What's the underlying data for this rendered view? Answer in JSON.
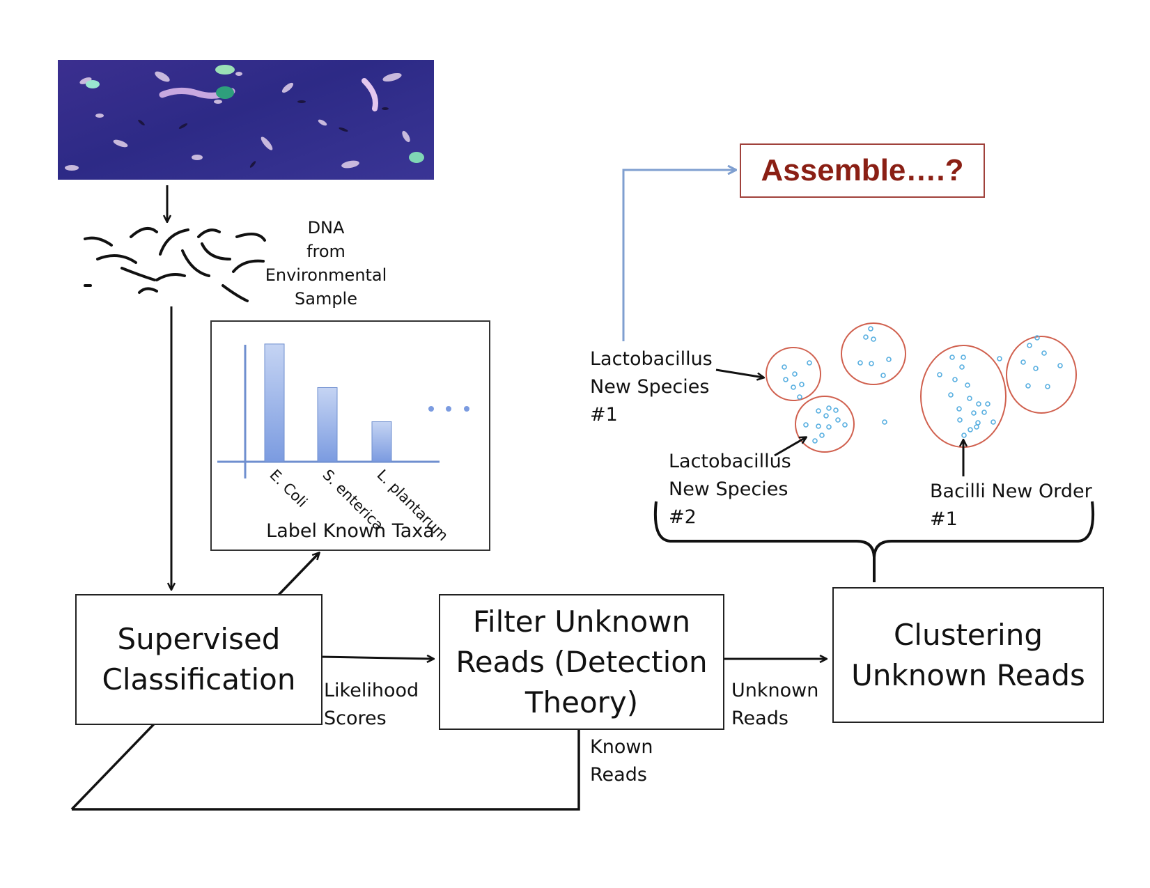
{
  "dna_label": "DNA\nfrom\nEnvironmental\nSample",
  "chart": {
    "caption": "Label Known Taxa"
  },
  "chart_data": {
    "type": "bar",
    "title": "Label Known Taxa",
    "categories": [
      "E. Coli",
      "S. enterica",
      "L. plantarum"
    ],
    "values": [
      100,
      63,
      34
    ],
    "continuation": "• • •",
    "ylim": [
      0,
      110
    ],
    "xlabel": "",
    "ylabel": "",
    "colors": {
      "bar_top": "#c5d4f3",
      "bar_bottom": "#7b9be0",
      "axis": "#6f8fcf"
    }
  },
  "process": {
    "supervised": "Supervised\nClassification",
    "filter": "Filter Unknown\nReads (Detection\nTheory)",
    "clustering": "Clustering\nUnknown Reads"
  },
  "edges": {
    "likelihood": "Likelihood\nScores",
    "unknown": "Unknown\nReads",
    "known": "Known\nReads"
  },
  "assemble": "Assemble….?",
  "clusters": {
    "lacto1": "Lactobacillus\nNew Species\n#1",
    "lacto2": "Lactobacillus\nNew Species\n#2",
    "bacilli": "Bacilli New Order\n#1"
  },
  "colors": {
    "assemble_border": "#a0413b",
    "assemble_text": "#8a1f14",
    "cluster_circle": "#d0604e",
    "cluster_dot": "#56aee0",
    "blue_arrow": "#7f9fd0"
  }
}
